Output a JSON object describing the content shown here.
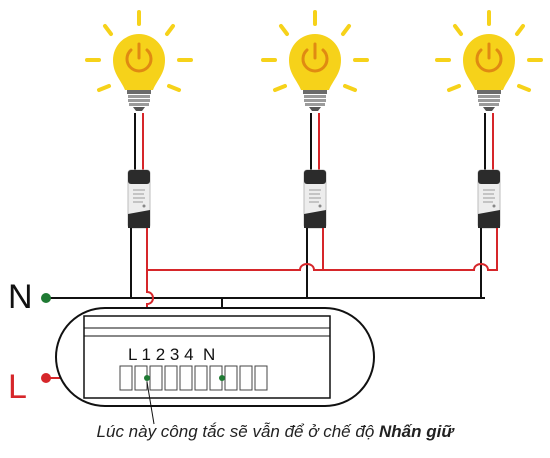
{
  "labels": {
    "neutral": "N",
    "live": "L",
    "terminals": "L 1 2 3 4  N"
  },
  "caption": {
    "text": "Lúc này công tắc sẽ vẫn để ở chế độ ",
    "emphasis": "Nhấn giữ"
  },
  "colors": {
    "bulb": "#f6d21a",
    "ray": "#f6d21a",
    "neutral_wire": "#111111",
    "live_wire": "#d6262a",
    "neutral_dot": "#1f7a33",
    "live_dot": "#d6262a",
    "caption_text": "#222222"
  },
  "icons": {
    "bulb_symbol": "power-icon"
  }
}
